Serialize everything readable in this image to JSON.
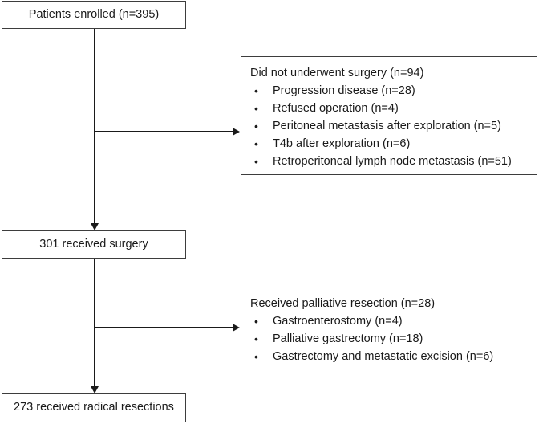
{
  "flowchart": {
    "nodes": {
      "enrolled": {
        "label": "Patients enrolled (n=395)"
      },
      "surgery": {
        "label": "301 received surgery"
      },
      "radical": {
        "label": "273 received radical resections"
      }
    },
    "excluded_no_surgery": {
      "title": "Did not underwent surgery (n=94)",
      "bullet": "•",
      "items": [
        "Progression disease (n=28)",
        "Refused operation (n=4)",
        "Peritoneal metastasis after exploration (n=5)",
        "T4b after exploration (n=6)",
        "Retroperitoneal lymph node metastasis (n=51)"
      ]
    },
    "excluded_palliative": {
      "title": "Received palliative resection (n=28)",
      "bullet": "•",
      "items": [
        "Gastroenterostomy (n=4)",
        "Palliative gastrectomy (n=18)",
        "Gastrectomy and metastatic excision (n=6)"
      ]
    }
  }
}
